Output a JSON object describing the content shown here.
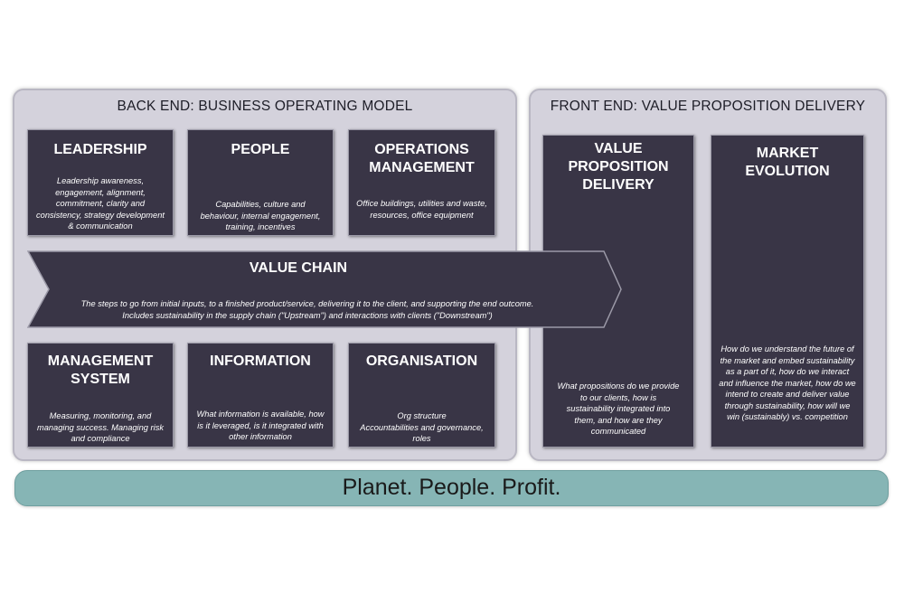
{
  "back_end": {
    "title": "BACK END: BUSINESS OPERATING MODEL",
    "leadership": {
      "title": "LEADERSHIP",
      "desc": "Leadership awareness, engagement, alignment, commitment, clarity and consistency, strategy development & communication"
    },
    "people": {
      "title": "PEOPLE",
      "desc": "Capabilities, culture and behaviour, internal engagement, training, incentives"
    },
    "operations": {
      "title": "OPERATIONS MANAGEMENT",
      "desc": "Office buildings, utilities and waste, resources, office equipment"
    },
    "value_chain": {
      "title": "VALUE CHAIN",
      "desc_1": "The steps to go from initial inputs, to a finished product/service, delivering it to the client, and supporting the end outcome.",
      "desc_2": "Includes sustainability in the supply chain (\"Upstream\") and interactions with clients (\"Downstream\")"
    },
    "management": {
      "title": "MANAGEMENT SYSTEM",
      "desc": "Measuring, monitoring, and managing success. Managing risk and compliance"
    },
    "information": {
      "title": "INFORMATION",
      "desc": "What information is available, how is it leveraged, is it integrated with other information"
    },
    "organisation": {
      "title": "ORGANISATION",
      "desc_1": "Org structure",
      "desc_2": "Accountabilities and governance, roles"
    }
  },
  "front_end": {
    "title": "FRONT END: VALUE PROPOSITION DELIVERY",
    "vpd": {
      "title": "VALUE PROPOSITION DELIVERY",
      "desc": "What propositions do we provide to our clients, how is sustainability integrated into them, and how are they communicated"
    },
    "market": {
      "title": "MARKET EVOLUTION",
      "desc": "How do we understand the future of the market and embed sustainability as a part of it, how do we interact and influence the market, how do we intend to create and deliver value through sustainability, how will we win (sustainably) vs. competition"
    }
  },
  "banner": {
    "text": "Planet. People. Profit."
  },
  "colors": {
    "panel": "#d4d2dc",
    "box": "#393546",
    "banner": "#86b5b5"
  }
}
